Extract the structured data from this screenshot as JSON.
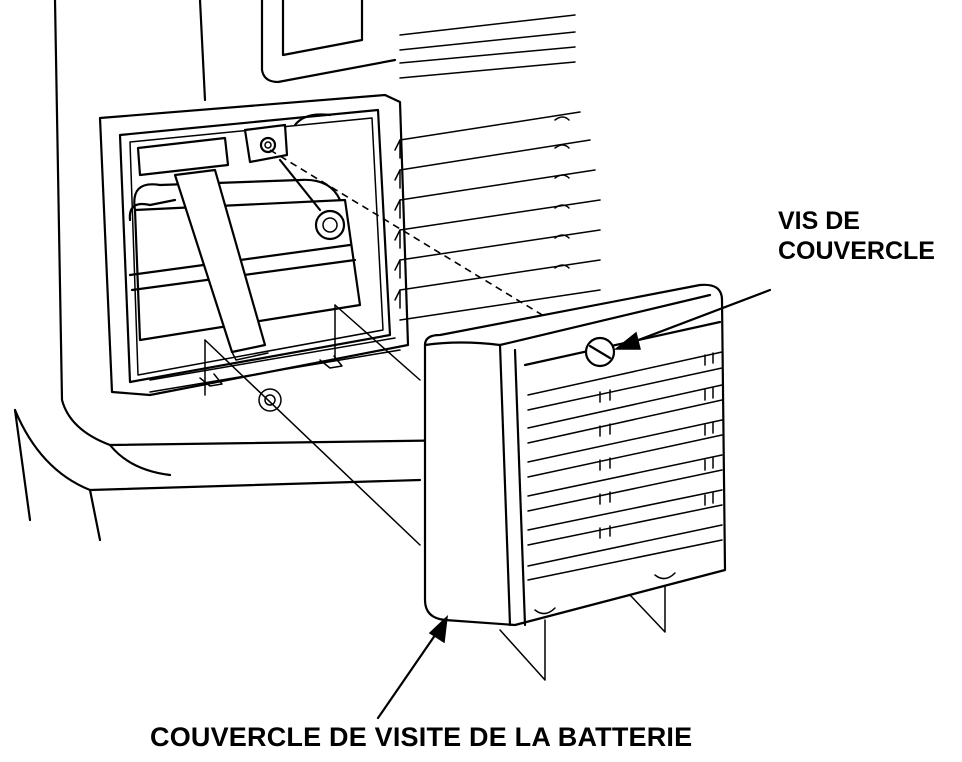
{
  "labels": {
    "cover_screw": [
      "VIS DE",
      "COUVERCLE"
    ],
    "battery_cover": "COUVERCLE DE VISITE DE LA BATTERIE"
  },
  "colors": {
    "line": "#000000",
    "background": "#ffffff"
  }
}
